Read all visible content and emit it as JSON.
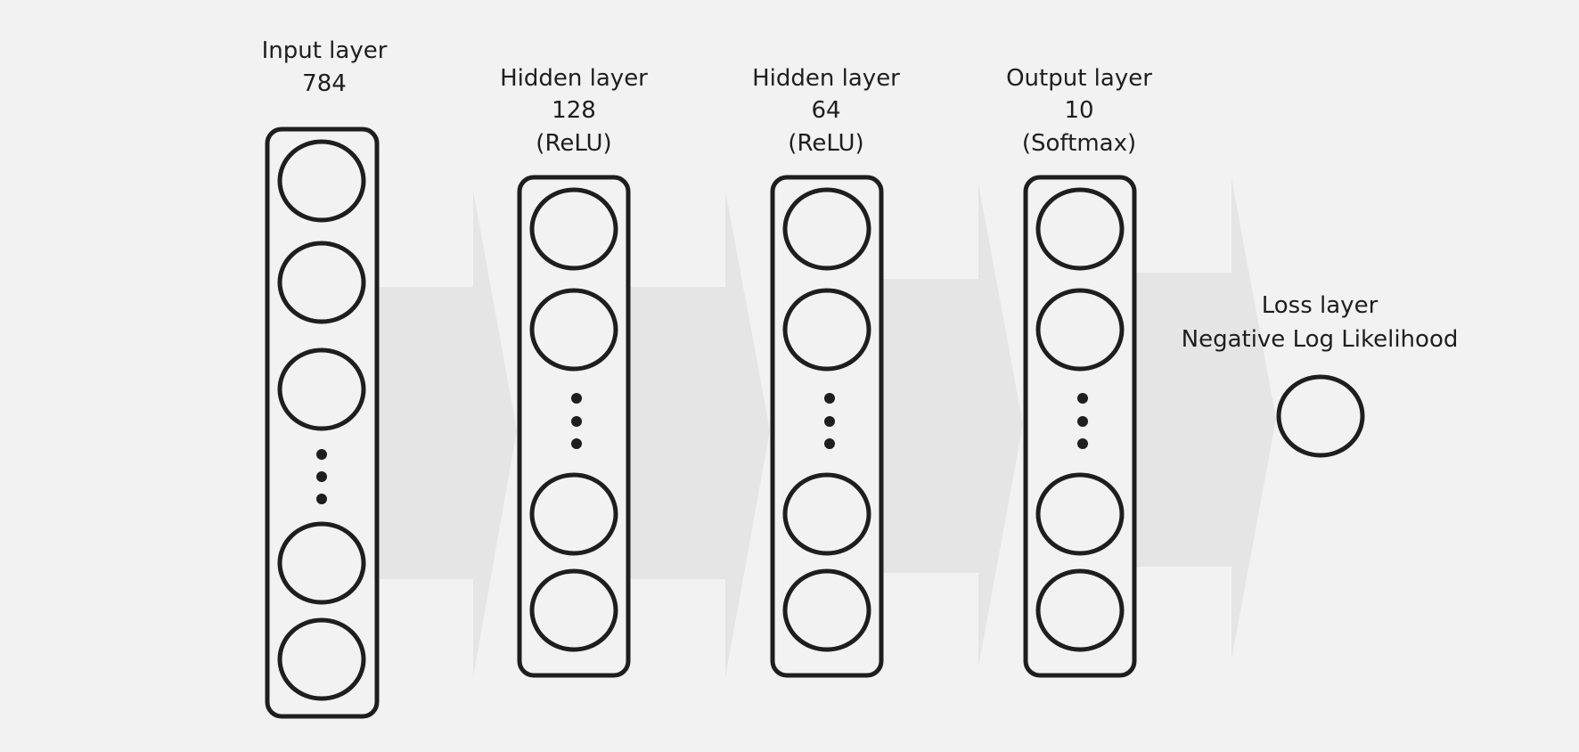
{
  "diagram": {
    "layers": [
      {
        "id": "input",
        "title": "Input layer",
        "units": "784",
        "activation": ""
      },
      {
        "id": "hidden1",
        "title": "Hidden layer",
        "units": "128",
        "activation": "(ReLU)"
      },
      {
        "id": "hidden2",
        "title": "Hidden layer",
        "units": "64",
        "activation": "(ReLU)"
      },
      {
        "id": "output",
        "title": "Output layer",
        "units": "10",
        "activation": "(Softmax)"
      }
    ],
    "loss": {
      "title": "Loss layer",
      "subtitle": "Negative Log Likelihood"
    },
    "colors": {
      "background": "#f2f2f2",
      "stroke": "#1e1e1e",
      "arrow": "#e5e5e5"
    }
  }
}
